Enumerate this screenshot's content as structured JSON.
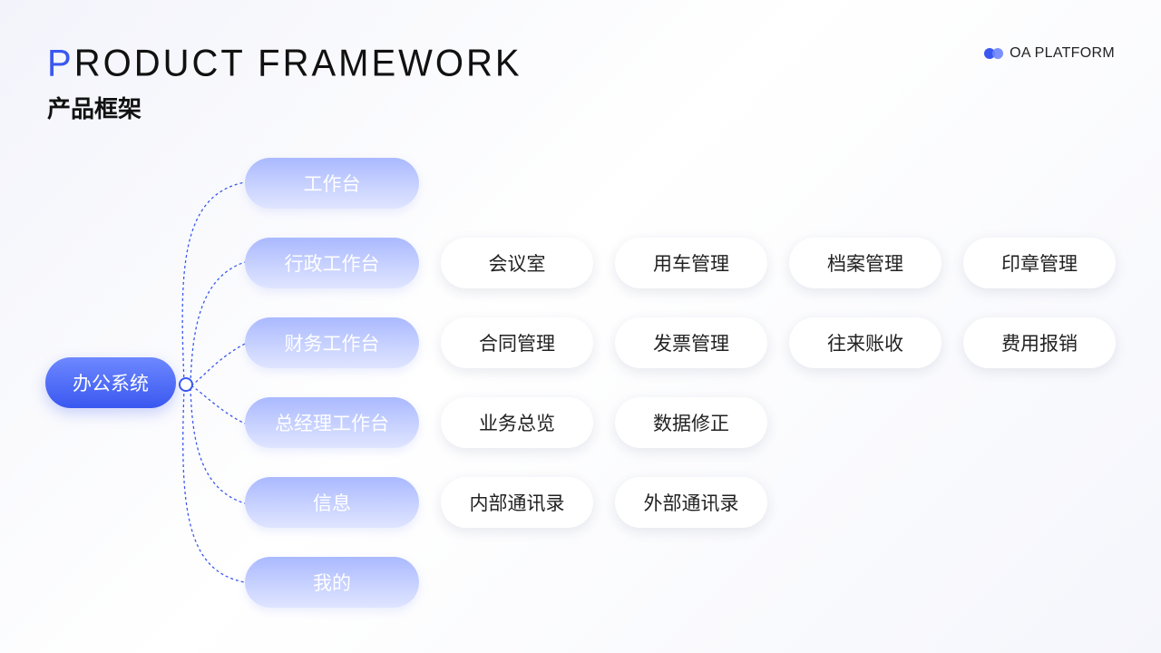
{
  "header": {
    "title_en_first": "P",
    "title_en_rest": "RODUCT FRAMEWORK",
    "title_cn": "产品框架",
    "brand_label": "OA PLATFORM",
    "accent": "#3a58f0"
  },
  "tree": {
    "root": "办公系统",
    "categories": [
      {
        "label": "工作台",
        "items": []
      },
      {
        "label": "行政工作台",
        "items": [
          "会议室",
          "用车管理",
          "档案管理",
          "印章管理"
        ]
      },
      {
        "label": "财务工作台",
        "items": [
          "合同管理",
          "发票管理",
          "往来账收",
          "费用报销"
        ]
      },
      {
        "label": "总经理工作台",
        "items": [
          "业务总览",
          "数据修正"
        ]
      },
      {
        "label": "信息",
        "items": [
          "内部通讯录",
          "外部通讯录"
        ]
      },
      {
        "label": "我的",
        "items": []
      }
    ]
  }
}
